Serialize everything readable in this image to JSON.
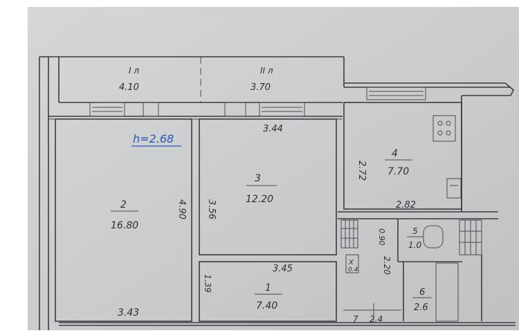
{
  "plan": {
    "height_note": "h=2.68",
    "rooms": [
      {
        "id": "balcony_1",
        "number": "I л",
        "area": "4.10"
      },
      {
        "id": "balcony_2",
        "number": "II л",
        "area": "3.70"
      },
      {
        "id": "room_2",
        "number": "2",
        "area": "16.80"
      },
      {
        "id": "room_3",
        "number": "3",
        "area": "12.20"
      },
      {
        "id": "room_4",
        "number": "4",
        "area": "7.70"
      },
      {
        "id": "room_1",
        "number": "1",
        "area": "7.40"
      },
      {
        "id": "room_5",
        "number": "5",
        "area": "1.0"
      },
      {
        "id": "room_6",
        "number": "6",
        "area": "2.6"
      },
      {
        "id": "room_7",
        "number": "7",
        "area": "2.4"
      }
    ],
    "dimensions": {
      "room3_width": "3.44",
      "room4_height": "2.72",
      "room2_height": "4.90",
      "room3_height": "3.56",
      "room4_width": "2.82",
      "wc_width": "0.90",
      "corridor_width": "3.45",
      "hall_height": "1.39",
      "bath_height": "2.20",
      "room2_width": "3.43"
    },
    "x_mark": "X",
    "x_mark_value": "0.4",
    "colors": {
      "paper": "#c9cbcd",
      "ink": "#2d2d34",
      "blue_ink": "#2a55b8"
    }
  }
}
